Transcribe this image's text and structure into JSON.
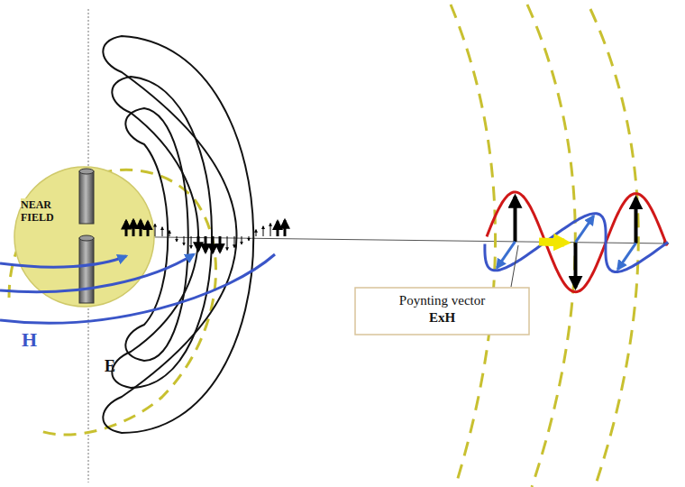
{
  "diagram": {
    "nodes": [
      {
        "text": [
          "NEAR FIELD"
        ]
      },
      {
        "text": [
          "Poynting vector",
          "ExH"
        ]
      }
    ],
    "labels": [
      "H",
      "E"
    ]
  }
}
